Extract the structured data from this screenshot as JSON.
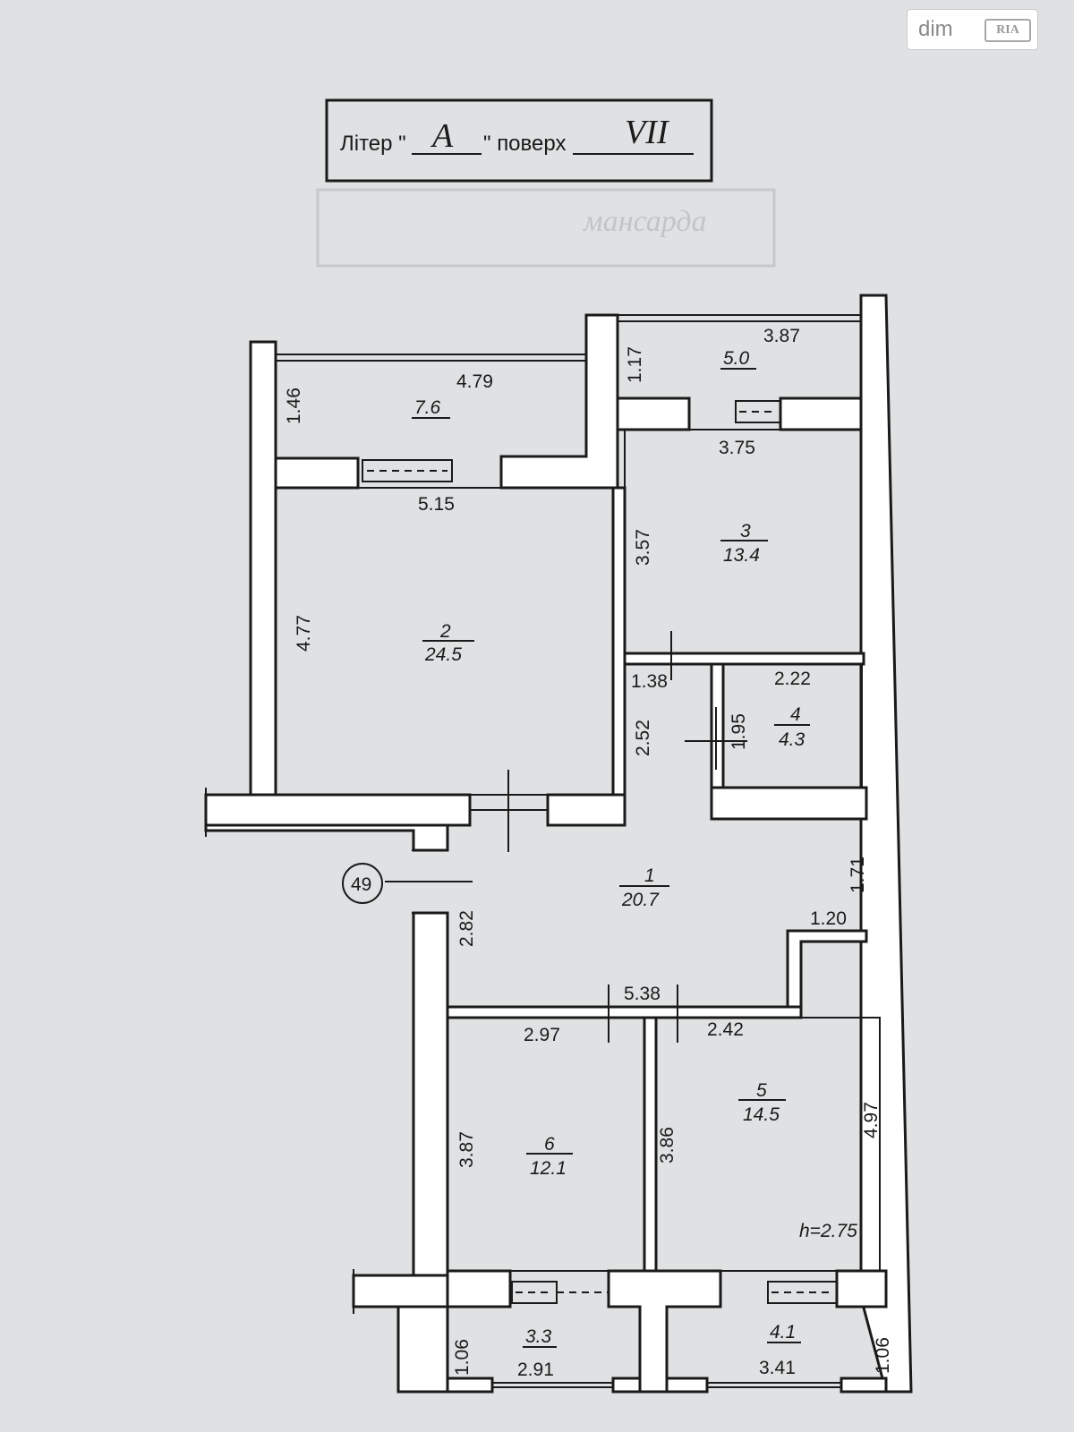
{
  "watermark": {
    "brand": "dim",
    "brand_badge": "RIA"
  },
  "stamp": {
    "label_liter": "Літер \"",
    "liter_value": "A",
    "label_floor": "\" поверх",
    "floor_value": "VII"
  },
  "ghost_stamp": {
    "text": "мансарда"
  },
  "axis_marker": "49",
  "ceiling_height": "h=2.75",
  "rooms": {
    "balcony_7_6": {
      "area": "7.6"
    },
    "balcony_5_0": {
      "area": "5.0"
    },
    "room_2": {
      "number": "2",
      "area": "24.5"
    },
    "room_3": {
      "number": "3",
      "area": "13.4"
    },
    "room_4": {
      "number": "4",
      "area": "4.3"
    },
    "room_1": {
      "number": "1",
      "area": "20.7"
    },
    "room_5": {
      "number": "5",
      "area": "14.5"
    },
    "room_6": {
      "number": "6",
      "area": "12.1"
    },
    "balcony_3_3": {
      "area": "3.3"
    },
    "balcony_4_1": {
      "area": "4.1"
    }
  },
  "dimensions": {
    "d_4_79": "4.79",
    "d_1_46": "1.46",
    "d_3_87_top": "3.87",
    "d_1_17": "1.17",
    "d_3_75": "3.75",
    "d_5_15": "5.15",
    "d_3_57": "3.57",
    "d_4_77": "4.77",
    "d_1_38": "1.38",
    "d_2_22": "2.22",
    "d_2_52": "2.52",
    "d_1_95": "1.95",
    "d_1_71": "1.71",
    "d_1_20": "1.20",
    "d_2_82": "2.82",
    "d_5_38": "5.38",
    "d_2_97": "2.97",
    "d_2_42": "2.42",
    "d_3_87_left": "3.87",
    "d_3_86": "3.86",
    "d_4_97": "4.97",
    "d_1_06_left": "1.06",
    "d_2_91": "2.91",
    "d_3_41": "3.41",
    "d_1_06_right": "1.06"
  }
}
